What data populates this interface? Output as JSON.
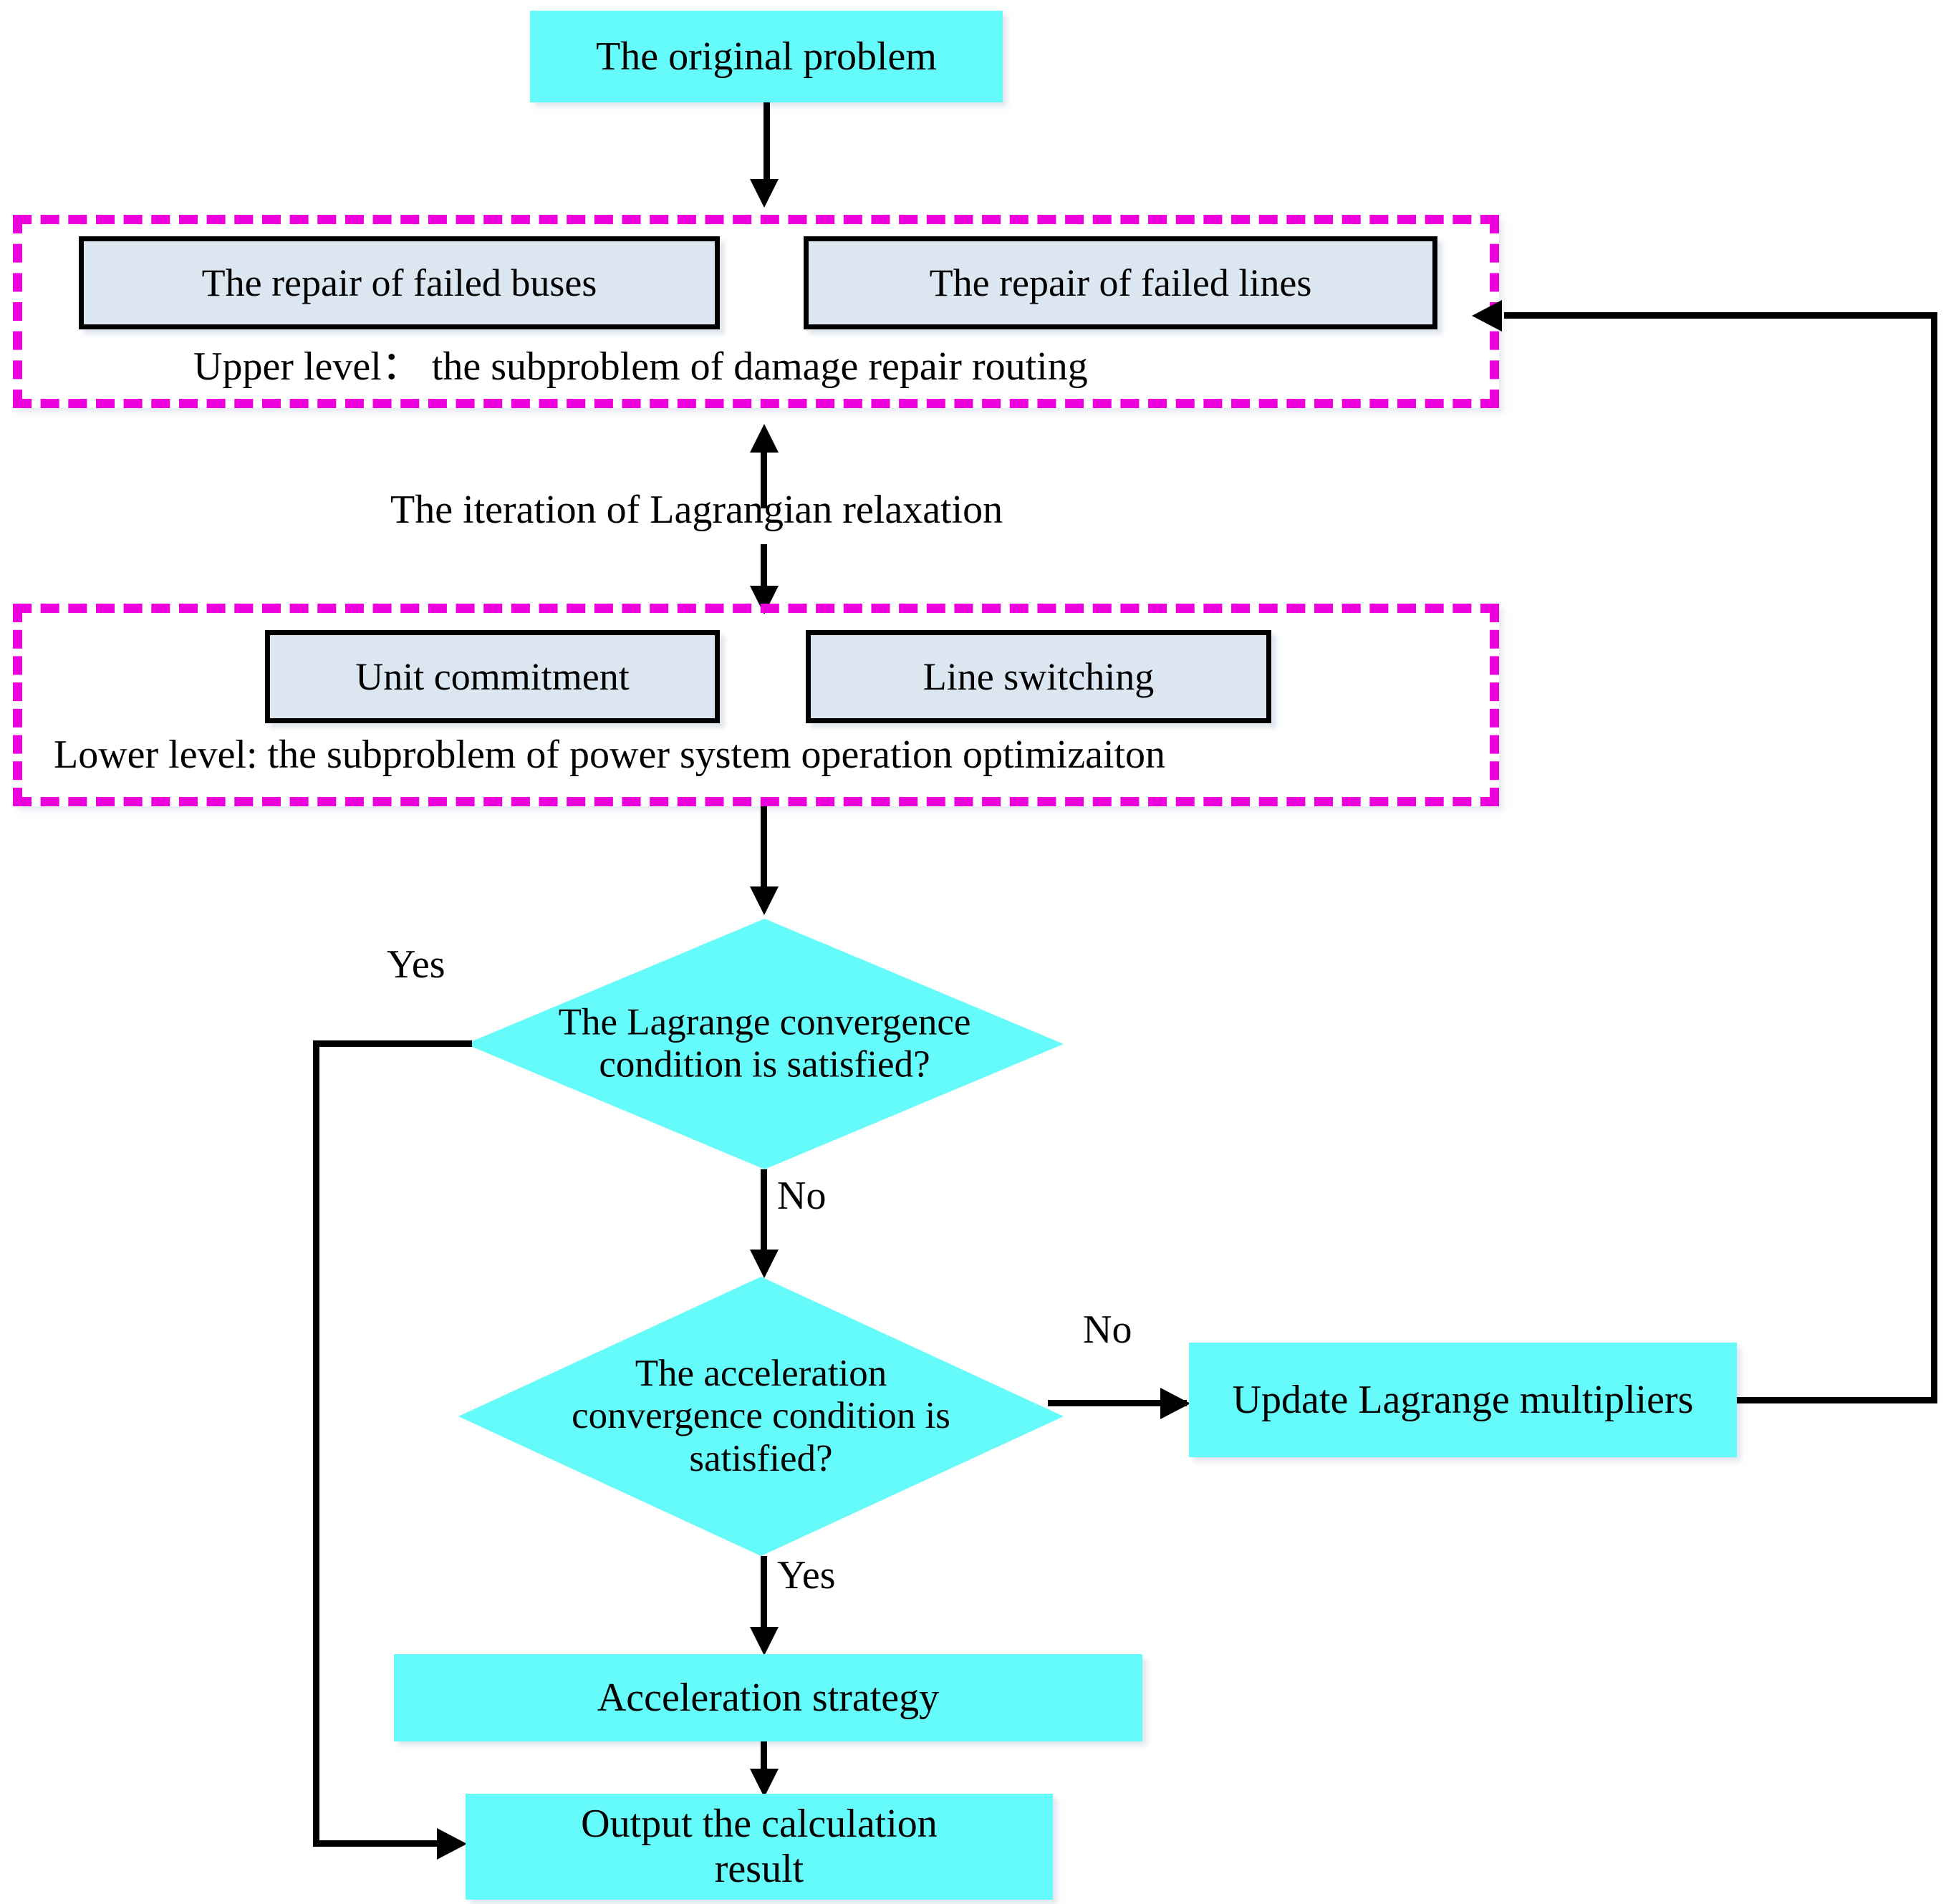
{
  "diagram": {
    "title_node": {
      "label": "The original problem"
    },
    "upper_group": {
      "caption": "Upper level： the subproblem of damage repair routing",
      "boxes": [
        {
          "label": "The repair of failed buses"
        },
        {
          "label": "The repair of failed lines"
        }
      ]
    },
    "middle_label": "The iteration of Lagrangian relaxation",
    "lower_group": {
      "caption": "Lower level: the  subproblem of power system operation optimizaiton",
      "boxes": [
        {
          "label": "Unit commitment"
        },
        {
          "label": "Line switching"
        }
      ]
    },
    "decisions": [
      {
        "label": "The Lagrange convergence\ncondition is satisfied?"
      },
      {
        "label": "The acceleration\nconvergence condition is\nsatisfied?"
      }
    ],
    "process_nodes": [
      {
        "label": "Update Lagrange multipliers"
      },
      {
        "label": "Acceleration strategy"
      },
      {
        "label": "Output the calculation\nresult"
      }
    ],
    "edge_labels": {
      "lagrange_yes": "Yes",
      "lagrange_no": "No",
      "accel_no": "No",
      "accel_yes": "Yes"
    },
    "colors": {
      "node_fill": "#66FBFB",
      "subbox_fill": "#DCE6F1",
      "group_border": "#EC00DC",
      "line": "#000000",
      "text": "#000000",
      "background": "#FFFFFF"
    }
  }
}
